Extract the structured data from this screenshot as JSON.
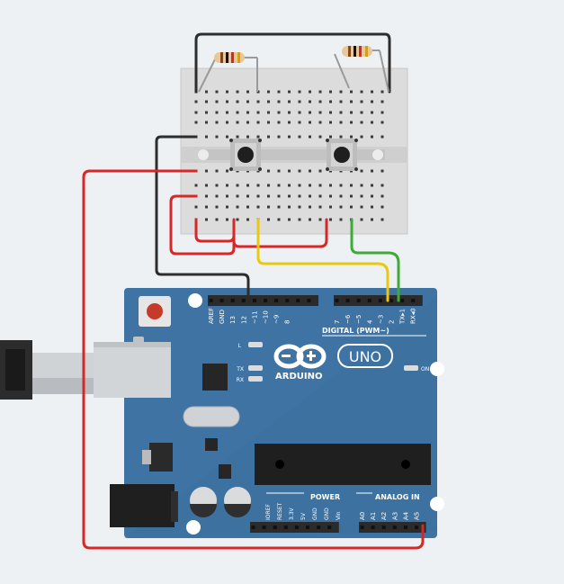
{
  "board": {
    "brand_text": "ARDUINO",
    "model_text": "UNO",
    "digital_header_label": "DIGITAL (PWM~)",
    "analog_header_label": "ANALOG IN",
    "power_header_label": "POWER",
    "led_labels": [
      "L",
      "TX",
      "RX"
    ],
    "on_label": "ON",
    "digital_pins": [
      "AREF",
      "GND",
      "13",
      "12",
      "~11",
      "~10",
      "~9",
      "8",
      "7",
      "~6",
      "~5",
      "4",
      "~3",
      "2",
      "TX▸1",
      "RX◂0"
    ],
    "power_pins": [
      "IOREF",
      "RESET",
      "3.3V",
      "5V",
      "GND",
      "GND",
      "Vin"
    ],
    "analog_pins": [
      "A0",
      "A1",
      "A2",
      "A3",
      "A4",
      "A5"
    ],
    "board_color": "#3f73a3",
    "header_color": "#2b2b2b"
  },
  "wires": {
    "black": "#2d2d2d",
    "red": "#d62828",
    "yellow": "#e8c90f",
    "green": "#3eaa38"
  },
  "icons": [
    "arduino-infinity-logo",
    "reset-button",
    "usb-connector",
    "dc-jack",
    "pushbutton"
  ]
}
